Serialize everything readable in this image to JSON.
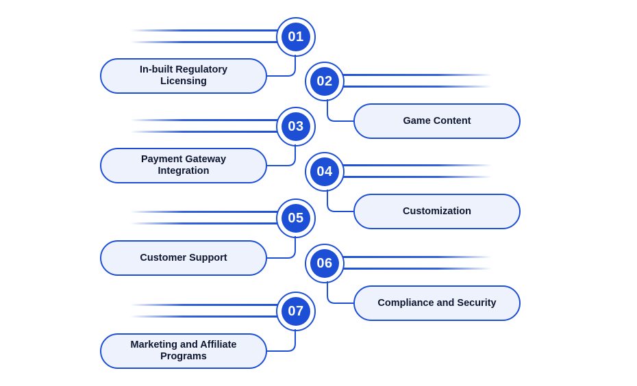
{
  "colors": {
    "primary": "#1d4fd6",
    "label_fill": "#edf2fd",
    "text": "#0e1630"
  },
  "steps": [
    {
      "number": "01",
      "label": "In-built Regulatory Licensing"
    },
    {
      "number": "02",
      "label": "Game Content"
    },
    {
      "number": "03",
      "label": "Payment Gateway Integration"
    },
    {
      "number": "04",
      "label": "Customization"
    },
    {
      "number": "05",
      "label": "Customer Support"
    },
    {
      "number": "06",
      "label": "Compliance and Security"
    },
    {
      "number": "07",
      "label": "Marketing and Affiliate Programs"
    }
  ]
}
